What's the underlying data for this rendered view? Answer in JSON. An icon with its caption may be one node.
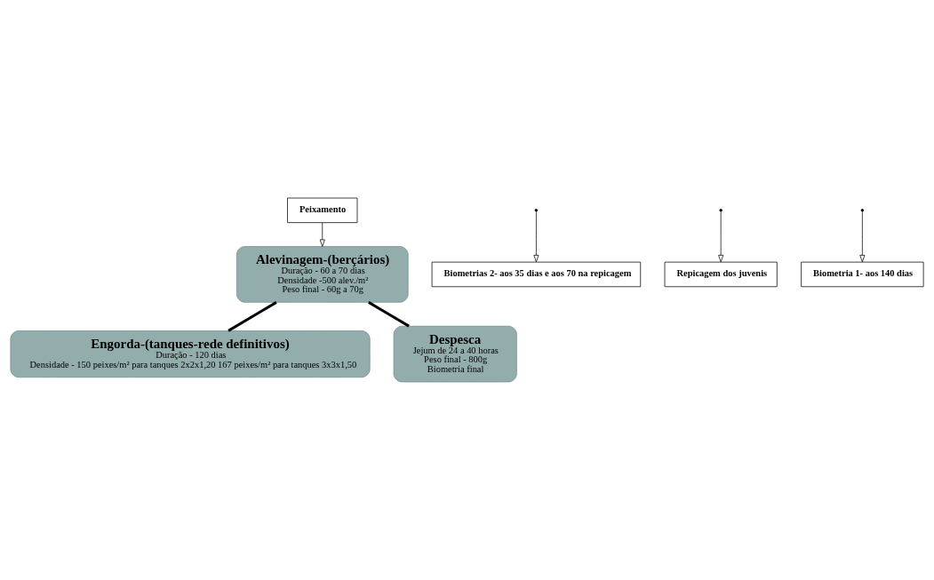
{
  "diagram": {
    "nodes": [
      {
        "text": [
          "Alevinagem-(berçários)",
          "Duração - 60 a 70 dias",
          "Densidade -500 alev./m²",
          "Peso final - 60g a 70g"
        ]
      },
      {
        "text": [
          "Peixamento"
        ]
      },
      {
        "text": [
          "Biometrias 2- aos 35 dias e aos 70 na repicagem"
        ]
      },
      {
        "text": [
          "Repicagem dos juvenis"
        ]
      },
      {
        "text": [
          "Engorda-(tanques-rede definitivos)",
          "Duração - 120 dias",
          "Densidade - 150 peixes/m² para tanques 2x2x1,20 167 peixes/m² para tanques 3x3x1,50"
        ]
      },
      {
        "text": [
          "Biometria 1- aos 140 dias"
        ]
      },
      {
        "text": [
          "Despesca",
          "Jejum de 24 a 40 horas",
          "Peso final - 800g",
          "Biometria final"
        ]
      }
    ],
    "edges": [
      {
        "from": 1,
        "to": 0,
        "arrow": "to"
      },
      {
        "from": 0,
        "to": 4,
        "arrow": "none",
        "style": "thick"
      },
      {
        "from": 0,
        "to": 6,
        "arrow": "none",
        "style": "thick"
      },
      {
        "from": null,
        "to": 2,
        "arrow": "to"
      },
      {
        "from": null,
        "to": 3,
        "arrow": "to"
      },
      {
        "from": null,
        "to": 5,
        "arrow": "to"
      }
    ]
  }
}
